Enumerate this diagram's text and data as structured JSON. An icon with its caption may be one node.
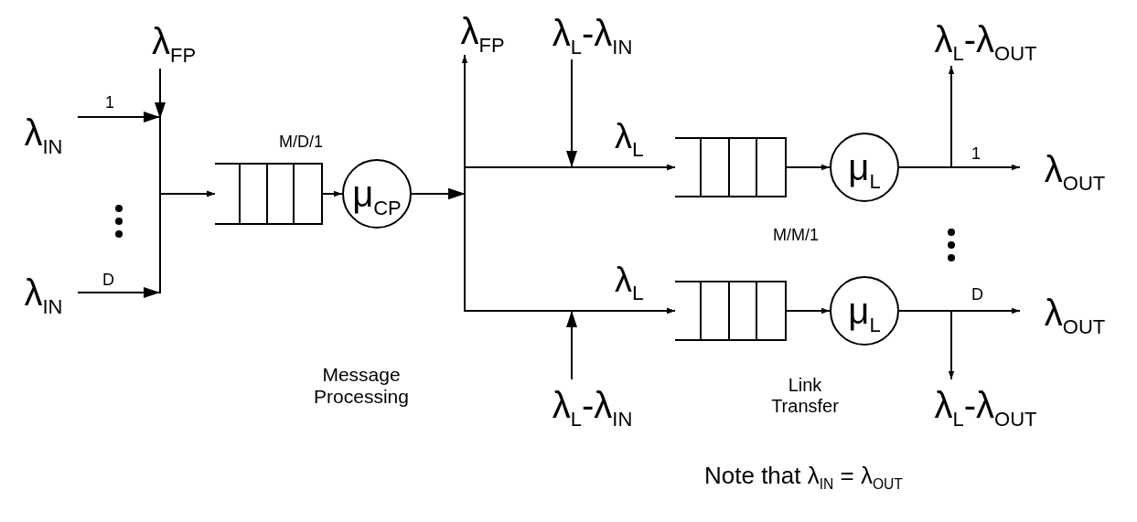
{
  "diagram": {
    "nodes": [
      {
        "text": [
          "λ$_{FP}$"
        ]
      },
      {
        "text": [
          "λ$_{IN}$"
        ]
      },
      {
        "text": [
          "λ$_{IN}$"
        ]
      },
      {
        "text": [],
        "shape": "box",
        "beside": [
          "M/D/1"
        ]
      },
      {
        "text": [
          "μ$_{CP}$"
        ]
      },
      {
        "text": [
          "λ$_{FP}$"
        ]
      },
      {
        "text": [
          "λ$_{L}$-λ$_{IN}$"
        ]
      },
      {
        "text": [],
        "shape": "box"
      },
      {
        "text": [
          "μ$_{L}$"
        ]
      },
      {
        "text": [
          "λ$_{L}$-λ$_{OUT}$"
        ]
      },
      {
        "text": [
          "λ$_{OUT}$"
        ]
      },
      {
        "text": [],
        "shape": "box"
      },
      {
        "text": [
          "μ$_{L}$"
        ]
      },
      {
        "text": [
          "λ$_{OUT}$"
        ]
      },
      {
        "text": [
          "λ$_{L}$-λ$_{IN}$"
        ]
      },
      {
        "text": [
          "λ$_{L}$-λ$_{OUT}$"
        ]
      }
    ],
    "edges": [
      {
        "from": 1,
        "to": 3,
        "arrow": "to",
        "label": "1"
      },
      {
        "from": 2,
        "to": 3,
        "arrow": "to",
        "label": "D"
      },
      {
        "from": 0,
        "to": 3,
        "arrow": "to"
      },
      {
        "from": 3,
        "to": 4,
        "arrow": "to"
      },
      {
        "from": 4,
        "to": 5,
        "arrow": "to"
      },
      {
        "from": 4,
        "to": 7,
        "arrow": "to",
        "label": "λ$_{L}$"
      },
      {
        "from": 6,
        "to": 7,
        "arrow": "to"
      },
      {
        "from": 4,
        "to": 11,
        "arrow": "to",
        "label": "λ$_{L}$"
      },
      {
        "from": 14,
        "to": 11,
        "arrow": "to"
      },
      {
        "from": 7,
        "to": 8,
        "arrow": "to"
      },
      {
        "from": 8,
        "to": 10,
        "arrow": "to",
        "label": "1"
      },
      {
        "from": 8,
        "to": 9,
        "arrow": "to"
      },
      {
        "from": 11,
        "to": 12,
        "arrow": "to"
      },
      {
        "from": 12,
        "to": 13,
        "arrow": "to",
        "label": "D"
      },
      {
        "from": 12,
        "to": 15,
        "arrow": "to"
      }
    ],
    "labels": [
      "M/M/1",
      "Message Processing",
      "Link Transfer",
      "Note that λ$_{IN}$ = λ$_{OUT}$"
    ]
  }
}
